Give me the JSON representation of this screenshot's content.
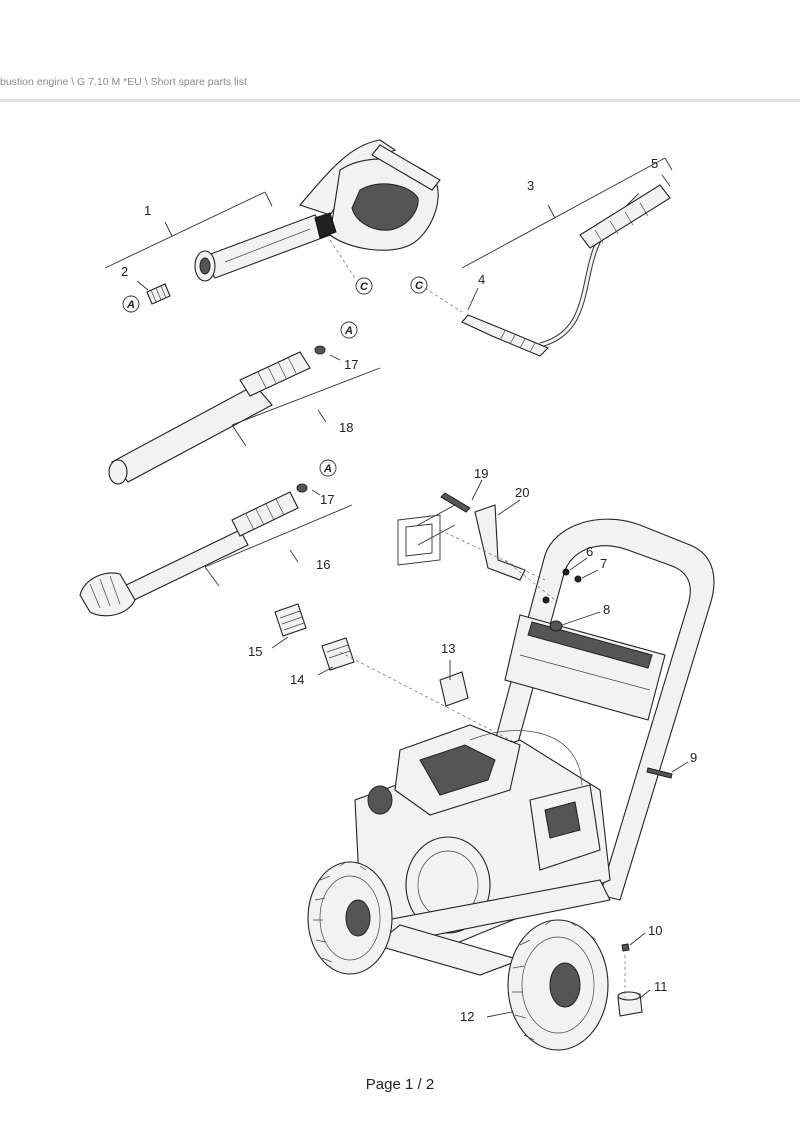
{
  "header": {
    "breadcrumb": "bustion engine \\ G 7.10 M *EU \\ Short spare parts list"
  },
  "footer": {
    "page_label": "Page 1 / 2"
  },
  "diagram": {
    "callouts": [
      "1",
      "2",
      "3",
      "4",
      "5",
      "6",
      "7",
      "8",
      "9",
      "10",
      "11",
      "12",
      "13",
      "14",
      "15",
      "16",
      "17",
      "17",
      "18",
      "19",
      "20"
    ],
    "connector_letters": [
      "A",
      "A",
      "A",
      "C",
      "C"
    ]
  }
}
